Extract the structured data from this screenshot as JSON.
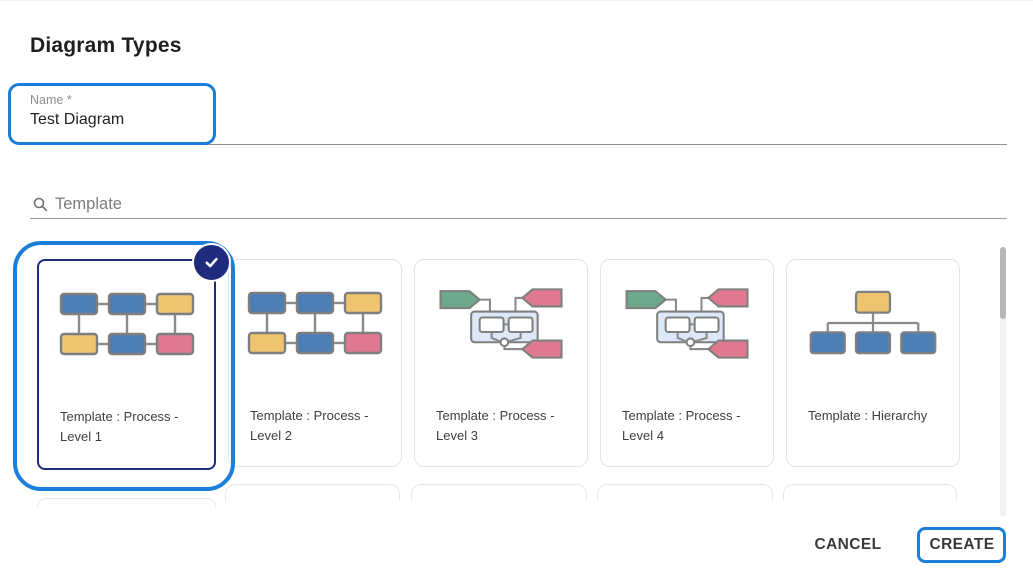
{
  "dialog": {
    "title": "Diagram Types",
    "name_field": {
      "label": "Name *",
      "value": "Test Diagram"
    },
    "search": {
      "placeholder": "Template",
      "icon": "search-icon"
    },
    "templates": [
      {
        "label": "Template : Process - Level 1",
        "thumb": "process-simple",
        "selected": true,
        "badge_icon": "check-icon"
      },
      {
        "label": "Template : Process - Level 2",
        "thumb": "process-simple",
        "selected": false
      },
      {
        "label": "Template : Process - Level 3",
        "thumb": "process-nested",
        "selected": false
      },
      {
        "label": "Template : Process - Level 4",
        "thumb": "process-nested",
        "selected": false
      },
      {
        "label": "Template : Hierarchy",
        "thumb": "hierarchy",
        "selected": false
      }
    ],
    "actions": {
      "cancel_label": "CANCEL",
      "create_label": "CREATE"
    }
  },
  "colors": {
    "annotation": "#1b7ed9",
    "selected_navy": "#1f2c7e",
    "thumb_blue": "#4d7fb5",
    "thumb_yellow": "#eec46f",
    "thumb_pink": "#e0798f",
    "thumb_green": "#6da78c",
    "thumb_container": "#dce8f7"
  }
}
